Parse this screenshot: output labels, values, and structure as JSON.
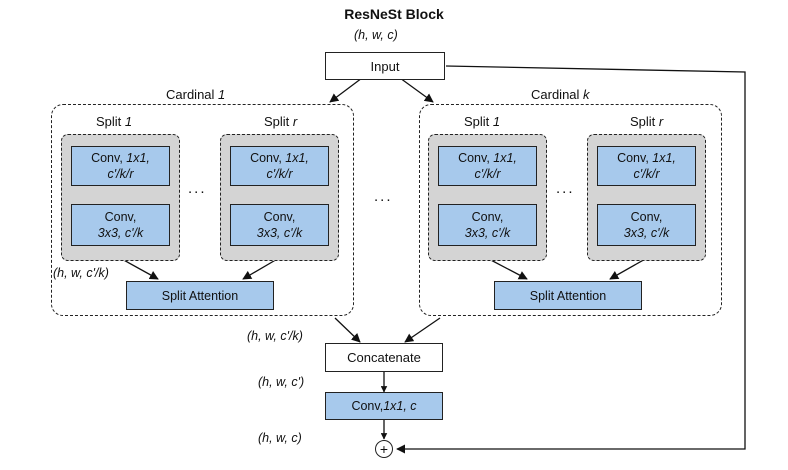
{
  "title": "ResNeSt Block",
  "dims": {
    "input": "(h, w, c)",
    "split_out": "(h, w, c'/k)",
    "concat_in": "(h, w, c'/k)",
    "concat_out": "(h, w, c')",
    "final": "(h, w, c)"
  },
  "input_label": "Input",
  "cardinal_1": {
    "label_prefix": "Cardinal ",
    "label_index": "1",
    "split_a_prefix": "Split ",
    "split_a_index": "1",
    "split_b_prefix": "Split ",
    "split_b_index": "r",
    "attention": "Split Attention"
  },
  "cardinal_k": {
    "label_prefix": "Cardinal ",
    "label_index": "k",
    "split_a_prefix": "Split ",
    "split_a_index": "1",
    "split_b_prefix": "Split ",
    "split_b_index": "r",
    "attention": "Split Attention"
  },
  "conv1": {
    "line1_prefix": "Conv, ",
    "line1_kernel": "1x1,",
    "line2": "c'/k/r"
  },
  "conv3": {
    "line1": "Conv,",
    "line2": "3x3, c'/k"
  },
  "dots": "...",
  "concat_label": "Concatenate",
  "final_conv": {
    "prefix": "Conv, ",
    "spec": "1x1, c"
  },
  "plus": "+"
}
